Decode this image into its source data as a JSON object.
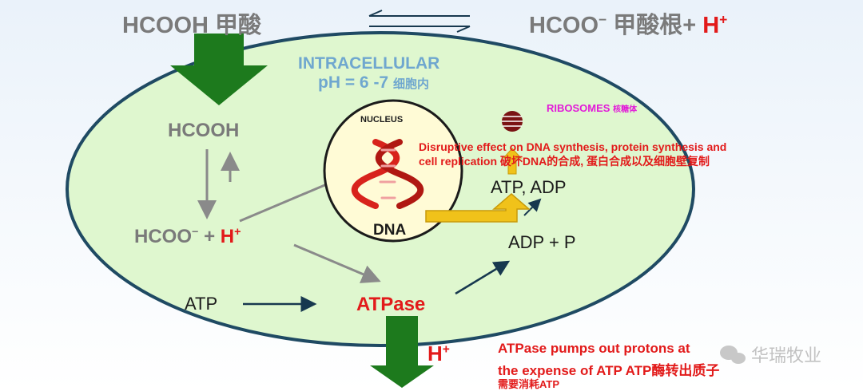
{
  "equation": {
    "left_text": "HCOOH 甲酸",
    "right_text": "HCOO",
    "right_superscript": "−",
    "right_suffix": " 甲酸根+ ",
    "proton": "H",
    "proton_superscript": "+"
  },
  "cell": {
    "region_line1": "INTRACELLULAR",
    "region_line2": "pH = 6 -7",
    "region_line2_cn": "细胞内",
    "hcooh_inside": "HCOOH",
    "dissociated": "HCOO",
    "dissociated_superscript": "−",
    "plus": " + ",
    "proton": "H",
    "proton_superscript": "+",
    "atp": "ATP",
    "atpase": "ATPase",
    "atp_adp": "ATP, ADP",
    "adp_p": "ADP + P"
  },
  "nucleus": {
    "label": "NUCLEUS",
    "dna": "DNA"
  },
  "ribosomes": {
    "label": "RIBOSOMES",
    "label_cn": "核糖体"
  },
  "effect_text": {
    "line1": "Disruptive effect on DNA synthesis, protein synthesis and",
    "line2": "cell replication 破坏DNA的合成, 蛋白合成以及细胞壁复制"
  },
  "outflow": {
    "proton": "H",
    "proton_superscript": "+",
    "line1": "ATPase pumps out protons at",
    "line2": "the expense of ATP ATP酶转出质子",
    "line3": "需要消耗ATP"
  },
  "watermark": "华瑞牧业",
  "colors": {
    "cell_fill": "#dff7cf",
    "cell_border": "#1f4a63",
    "green_arrow": "#1d7a1d",
    "nucleus_fill": "#fffbd6",
    "dna_red": "#d8231c",
    "gold_arrow": "#f0c21a",
    "label_red": "#e21a1a",
    "label_grey": "#7a7a7a",
    "ribosome_magenta": "#e21ad8"
  }
}
